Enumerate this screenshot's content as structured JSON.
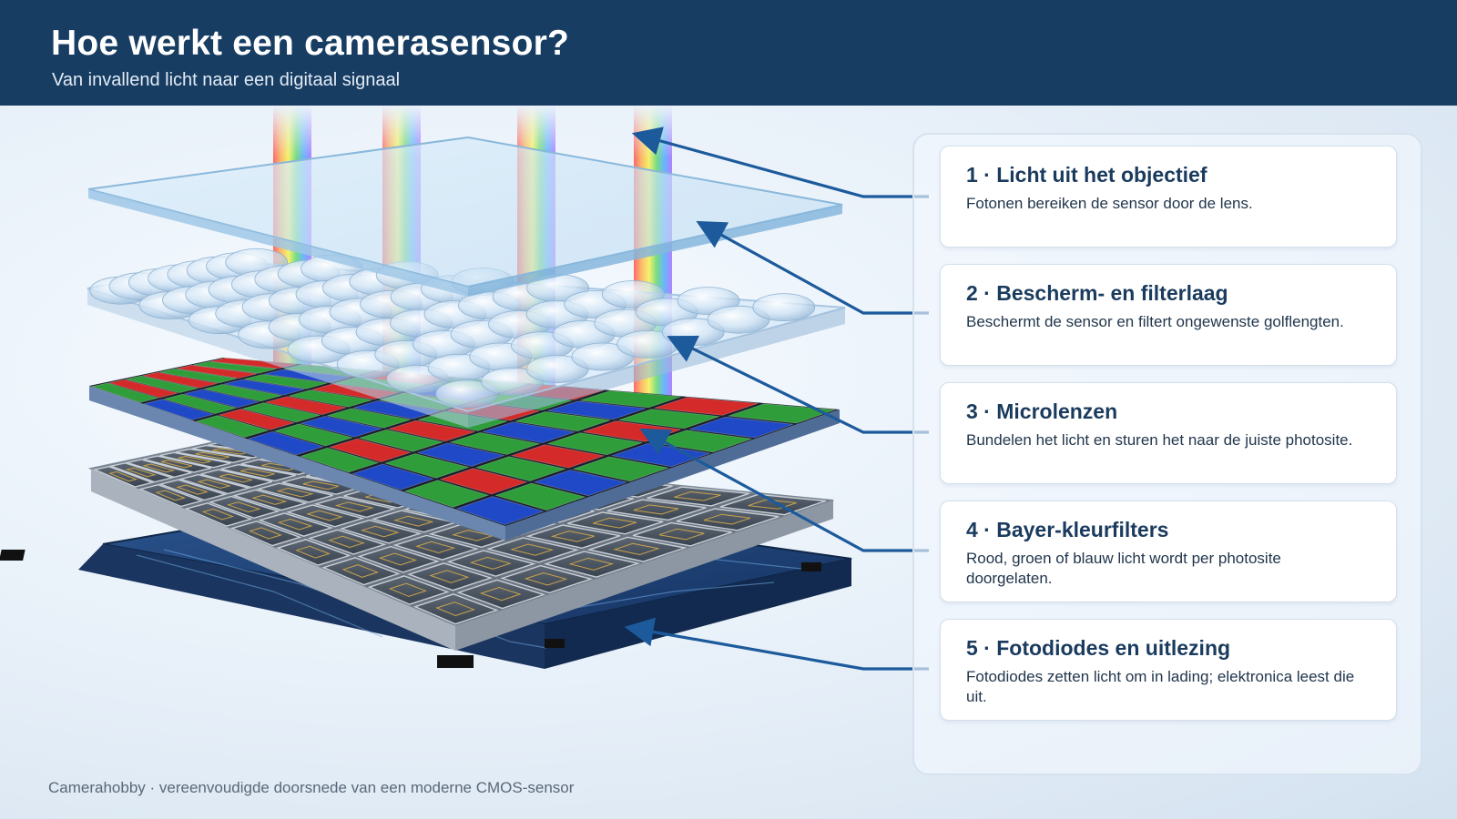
{
  "header": {
    "title": "Hoe werkt een camerasensor?",
    "subtitle": "Van invallend licht naar een digitaal signaal"
  },
  "layers": [
    {
      "title": "1 · Licht uit het objectief",
      "description": "Fotonen bereiken de sensor door de lens."
    },
    {
      "title": "2 · Bescherm- en filterlaag",
      "description": "Beschermt de sensor en filtert ongewenste golflengten."
    },
    {
      "title": "3 · Microlenzen",
      "description": "Bundelen het licht en sturen het naar de juiste photosite."
    },
    {
      "title": "4 · Bayer-kleurfilters",
      "description": "Rood, groen of blauw licht wordt per photosite doorgelaten."
    },
    {
      "title": "5 · Fotodiodes en uitlezing",
      "description": "Fotodiodes zetten licht om in lading; elektronica leest die uit."
    }
  ],
  "footer": "Camerahobby · vereenvoudigde doorsnede van een moderne CMOS-sensor",
  "colors": {
    "header": "#183d62",
    "arrow": "#1c5a9c",
    "bayer_red": "#d42a2a",
    "bayer_green": "#2f9e3a",
    "bayer_blue": "#1f49c6",
    "circuit_board": "#1f3f72"
  }
}
